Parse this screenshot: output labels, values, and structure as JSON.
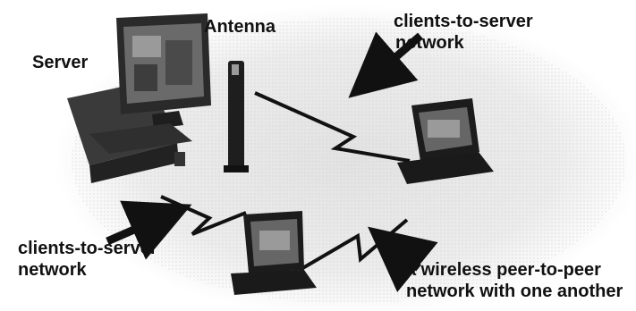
{
  "labels": {
    "server": "Server",
    "antenna": "Antenna",
    "top_right_line1": "clients-to-server",
    "top_right_line2": "network",
    "bottom_left_line1": "clients-to-server",
    "bottom_left_line2": "network",
    "bottom_right_line1": "a wireless peer-to-peer",
    "bottom_right_line2": "network with one another"
  },
  "colors": {
    "ink": "#111111",
    "background_haze": "#e6e6e6",
    "screen": "#555555"
  },
  "icons": [
    "server-computer-icon",
    "antenna-icon",
    "laptop-icon",
    "lightning-link-icon",
    "arrow-icon"
  ]
}
